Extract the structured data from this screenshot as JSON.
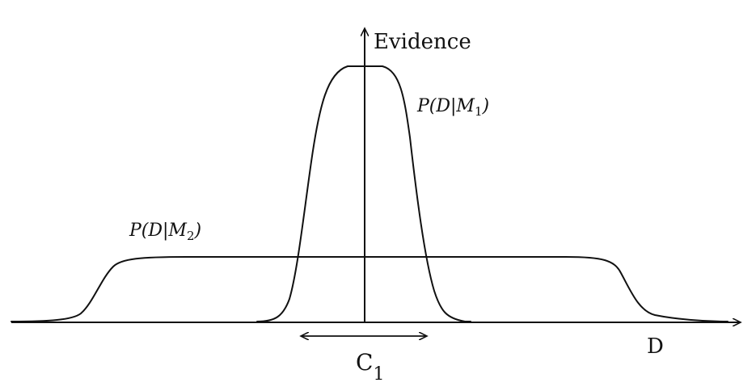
{
  "diagram": {
    "y_axis_label": "Evidence",
    "x_axis_label": "D",
    "curve_narrow_label": {
      "prefix": "P(D|M",
      "sub": "1",
      "suffix": ")"
    },
    "curve_wide_label": {
      "prefix": "P(D|M",
      "sub": "2",
      "suffix": ")"
    },
    "range_label": {
      "main": "C",
      "sub": "1"
    }
  }
}
